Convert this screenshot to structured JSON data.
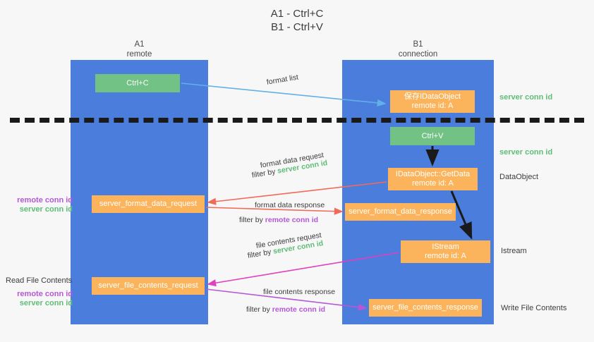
{
  "title": {
    "line1": "A1 - Ctrl+C",
    "line2": "B1 - Ctrl+V"
  },
  "columns": [
    {
      "name": "A1",
      "sub": "remote",
      "color": "#4a7ddc"
    },
    {
      "name": "B1",
      "sub": "connection",
      "color": "#4a7ddc"
    }
  ],
  "colors": {
    "column": "#4a7ddc",
    "orange_box": "#fbb45c",
    "green_box": "#72c185",
    "server_conn_id": "#5ebd77",
    "remote_conn_id": "#b558d6",
    "arrow_blue": "#62b0e8",
    "arrow_red": "#f26a5a",
    "arrow_magenta": "#e040c0",
    "arrow_purple": "#b558d6",
    "arrow_black": "#1a1a1a",
    "dashed_divider": "#1a1a1a",
    "background": "#f7f7f7"
  },
  "boxes": {
    "ctrl_c": {
      "label": "Ctrl+C",
      "style": "green"
    },
    "idataobject": {
      "line1": "保存IDataObject",
      "line2": "remote id: A",
      "style": "orange"
    },
    "ctrl_v": {
      "label": "Ctrl+V",
      "style": "green"
    },
    "getdata": {
      "line1": "IDataObject::GetData",
      "line2": "remote id: A",
      "style": "orange"
    },
    "server_format_data_request": {
      "label": "server_format_data_request",
      "style": "orange"
    },
    "server_format_data_response": {
      "label": "server_format_data_response",
      "style": "orange"
    },
    "istream": {
      "line1": "IStream",
      "line2": "remote id: A",
      "style": "orange"
    },
    "server_file_contents_request": {
      "label": "server_file_contents_request",
      "style": "orange"
    },
    "server_file_contents_response": {
      "label": "server_file_contents_response",
      "style": "orange"
    }
  },
  "arrow_labels": {
    "format_list": "format list",
    "format_data_request": "format data request",
    "format_data_request_filter_prefix": "filter by ",
    "format_data_request_filter_value": "server conn id",
    "format_data_response": "format data response",
    "format_data_response_filter_prefix": "filter by ",
    "format_data_response_filter_value": "remote conn id",
    "file_contents_request": "file contents request",
    "file_contents_request_filter_prefix": "filter by ",
    "file_contents_request_filter_value": "server conn id",
    "file_contents_response": "file contents response",
    "file_contents_response_filter_prefix": "filter by ",
    "file_contents_response_filter_value": "remote conn id"
  },
  "side_labels": {
    "server_conn_id_top": "server conn id",
    "server_conn_id_mid": "server conn id",
    "dataobject": "DataObject",
    "istream": "Istream",
    "write_file_contents": "Write File Contents",
    "read_file_contents": "Read File Contents",
    "remote_conn_id_1": "remote conn id",
    "server_conn_id_1": "server conn id",
    "remote_conn_id_2": "remote conn id",
    "server_conn_id_2": "server conn id"
  }
}
